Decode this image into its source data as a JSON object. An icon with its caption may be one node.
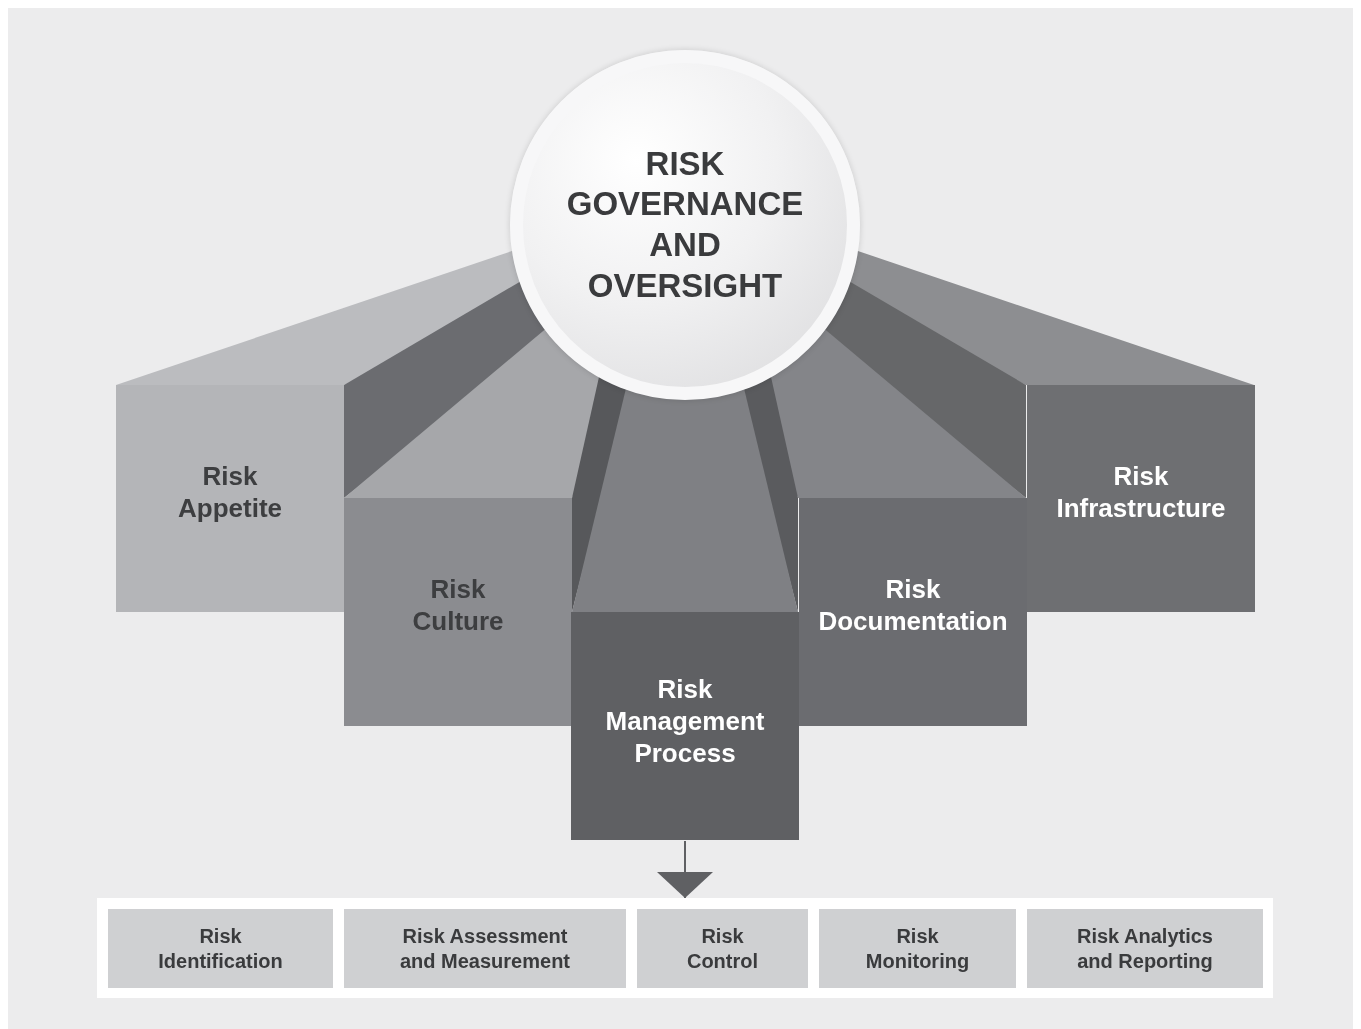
{
  "diagram": {
    "nodes": [
      {
        "text": [
          "RISK GOVERNANCE AND OVERSIGHT"
        ]
      },
      {
        "text": [
          "Risk Appetite"
        ]
      },
      {
        "text": [
          "Risk Infrastructure"
        ]
      },
      {
        "text": [
          "Risk Culture"
        ]
      },
      {
        "text": [
          "Risk Documentation"
        ]
      },
      {
        "text": [
          "Risk Management Process"
        ]
      },
      {
        "text": [],
        "shape": "box"
      },
      {
        "text": [
          "Risk Identification"
        ],
        "in": 6
      },
      {
        "text": [
          "Risk Assessment and Measurement"
        ],
        "in": 6
      },
      {
        "text": [
          "Risk Control"
        ],
        "in": 6
      },
      {
        "text": [
          "Risk Monitoring"
        ],
        "in": 6
      },
      {
        "text": [
          "Risk Analytics and Reporting"
        ],
        "in": 6
      }
    ],
    "edges": [
      {
        "from": 5,
        "to": 6,
        "arrow": "to"
      }
    ]
  }
}
